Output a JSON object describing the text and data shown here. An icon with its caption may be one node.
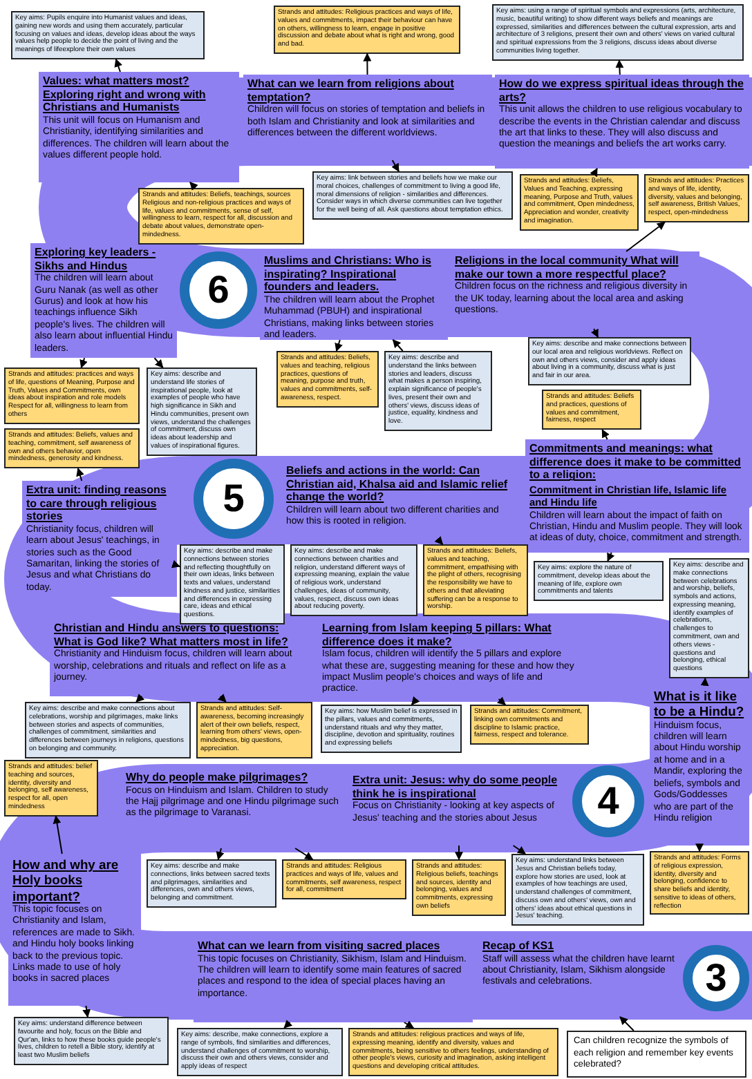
{
  "diagram": {
    "nodes": [
      {
        "text": [
          "Key aims: Pupils enquire into Humanist values and ideas, gaining new words and using them accurately, particular focusing on values and ideas, develop ideas about the ways values help people to decide the point of living and the meanings of lifeexplore their own values"
        ]
      },
      {
        "text": [
          "Strands and attitudes: Religious practices and ways of life, values and commitments, impact their behaviour can have on others, willingness to learn, engage in positive discussion and debate about what is right and wrong, good and bad."
        ]
      },
      {
        "text": [
          "Key aims: using a range of spiritual symbols and expressions (arts, architecture, music, beautiful writing) to show different ways beliefs and meanings are expressed, similarities and differences between the cultural expression, arts and architecture of 3 religions, present their own and others' views on varied cultural and spiritual expressions from the 3 religions, discuss ideas about diverse communities living together."
        ]
      },
      {
        "text": [
          "Values: what matters most? Exploring right and wrong with Christians and Humanists",
          "This unit will focus on Humanism and Christianity, identifying similarities and differences. The children will learn about the values different people hold."
        ]
      },
      {
        "text": [
          "What can we learn from religions about temptation?",
          "Children will focus on stories of temptation and beliefs in both Islam and Christianity and look at similarities and differences between the different worldviews."
        ]
      },
      {
        "text": [
          "How do we express spiritual ideas through the arts?",
          "This unit allows the children to use religious vocabulary to describe the events in the Christian calendar and discuss the art that links to these. They will also discuss and question the meanings and beliefs the art works carry."
        ]
      },
      {
        "text": [
          "Strands and attitudes: Beliefs, teachings, sources Religious and non-religious practices and ways of life, values and commitments, sense of self, willingness to learn, respect for all, discussion and debate about values, demonstrate open-mindedness."
        ]
      },
      {
        "text": [
          "Key aims: link between stories and beliefs how we make our moral choices, challenges of commitment to living a good life, moral dimensions of religion - similarities and differences. Consider ways in which diverse communities can live together for the well being of all. Ask questions about temptation ethics."
        ]
      },
      {
        "text": [
          "Strands and attitudes: Beliefs, Values and Teaching, expressing meaning, Purpose and Truth, values and commitment, Open mindedness, Appreciation and wonder, creativity and imagination."
        ]
      },
      {
        "text": [
          "Strands and attitudes: Practices and ways of life, identity, diversity, values and belonging, self awareness, British Values, respect, open-mindedness"
        ]
      },
      {
        "text": [
          "Exploring key leaders - Sikhs and Hindus",
          "The children will learn about Guru Nanak (as well as other Gurus) and look at how his teachings influence Sikh people's lives. The children will also learn about influential Hindu leaders."
        ]
      },
      {
        "text": [
          "6"
        ]
      },
      {
        "text": [
          "Muslims and Christians: Who is inspirating? Inspirational founders and leaders.",
          "The children will learn about the Prophet Muhammad (PBUH) and inspirational Christians, making links between stories and leaders."
        ]
      },
      {
        "text": [
          "Religions in the local community What will make our town a more respectful place?",
          "Children focus on the richness and religious diversity in the UK today, learning about the local area and asking questions."
        ]
      },
      {
        "text": [
          "Strands and attitudes: practices and ways of life, questions of Meaning, Purpose and Truth, Values and Commitments, own ideas about inspiration and role models Respect for all, willingness to learn from others"
        ]
      },
      {
        "text": [
          "Key aims: describe and understand life stories of inspirational people, look at examples of people who have high significance in Sikh and Hindu communities, present own views, understand the challenges of commitment, discuss own ideas about leadership and values of inspirational figures."
        ]
      },
      {
        "text": [
          "Strands and attitudes: Beliefs, values and teaching, religious practices, questions of meaning, purpose and truth, values and commitments, self-awareness, respect."
        ]
      },
      {
        "text": [
          "Key aims: describe and understand the links between stories and leaders, discuss what makes a person inspiring, explain significance of people's lives, present their own and others' views, discuss ideas of justice, equality, kindness and love."
        ]
      },
      {
        "text": [
          "Key aims: describe and make connections between our local area and religious worldviews. Reflect on own and others views, consider and apply ideas about living in a community, discuss what is just and fair in our area."
        ]
      },
      {
        "text": [
          "Strands and attitudes: Beliefs, values and teaching, commitment, self awareness of own and others behavior, open mindedness, generosity and kindness."
        ]
      },
      {
        "text": [
          "Strands and attitudes: Beliefs and practices, questions of values and commitment, fairness, respect"
        ]
      },
      {
        "text": [
          "Commitments and meanings: what difference does it make to be committed to a religion:",
          "Commitment in Christian life, Islamic life and Hindu life",
          "Children will learn about the impact of faith on Christian, Hindu and Muslim people. They will look at ideas of duty, choice, commitment and strength."
        ]
      },
      {
        "text": [
          "Extra unit: finding reasons to care through religious stories",
          "Christianity focus, children will learn about Jesus' teachings, in stories such as the Good Samaritan, linking the stories of Jesus and what Christians do today."
        ]
      },
      {
        "text": [
          "5"
        ]
      },
      {
        "text": [
          "Beliefs and actions in the world: Can Christian aid, Khalsa aid and Islamic relief change the world?",
          "Children will learn about two different charities and how this is rooted in religion."
        ]
      },
      {
        "text": [
          "Key aims: describe and make connections between stories and reflecting thoughtfully on their own ideas, links between texts and values, understand kindness and justice, similarities and differences in expressing care, ideas and ethical questions."
        ]
      },
      {
        "text": [
          "Key aims: describe and make connections between charities and religion, understand different ways of expressing meaning, explain the value of religious work, understand challenges, ideas of community, values, respect, discuss own ideas about reducing poverty."
        ]
      },
      {
        "text": [
          "Strands and attitudes: Beliefs, values and teaching, commitment, empathising with the plight of others, recognising the responsibility we have to others and that alleviating suffering can be a response to worship."
        ]
      },
      {
        "text": [
          "Key aims: explore the nature of commitment, develop ideas about the meaning of life, explore own commitments and talents"
        ]
      },
      {
        "text": [
          "Key aims: describe and make connections between celebrations and worship, beliefs, symbols and actions, expressing meaning, identify examples of celebrations, challenges to commitment, own and others views - questions and belonging, ethical questions"
        ]
      },
      {
        "text": [
          "Christian and Hindu answers to questions: What is God like? What matters most in life?",
          "Christianity and Hinduism focus, children will learn about worship, celebrations and rituals and reflect on life as a journey."
        ]
      },
      {
        "text": [
          "Learning from Islam keeping 5 pillars: What difference does it make?",
          "Islam focus, children will identify the 5 pillars and explore what these are, suggesting meaning for these and how they impact Muslim people's choices and ways of life and practice."
        ]
      },
      {
        "text": [
          "What is it like to be a Hindu?",
          "Hinduism focus, children will learn about Hindu worship at home and in a Mandir, exploring the beliefs, symbols and Gods/Goddesses who are part of the Hindu religion"
        ]
      },
      {
        "text": [
          "Key aims: describe and make connections about celebrations, worship and pilgrimages, make links between stories and aspects of communities, challenges of commitment, similarities and differences between journeys in religions, questions on belonging and community."
        ]
      },
      {
        "text": [
          "Strands and attitudes: Self-awareness, becoming increasingly alert of their own beliefs, respect, learning from others' views, open-mindedness, big questions, appreciation."
        ]
      },
      {
        "text": [
          "Key aims: how Muslim belief is expressed in the pillars, values and commitments, understand rituals and why they matter, discipline, devotion and spirituality, routines and expressing beliefs"
        ]
      },
      {
        "text": [
          "Strands and attitudes: Commitment, linking own commitments and discipline to Islamic practice, fairness, respect and tolerance."
        ]
      },
      {
        "text": [
          "Strands and attitudes: belief teaching and sources, identity, diversity and belonging, self awareness, respect for all, open mindedness"
        ]
      },
      {
        "text": [
          "Why do people make pilgrimages?",
          "Focus on Hinduism and Islam. Children to study the Hajj pilgrimage and one Hindu pilgrimage such as the pilgrimage to Varanasi."
        ]
      },
      {
        "text": [
          "Extra unit: Jesus: why do some people think he is inspirational",
          "Focus on Christianity - looking at key aspects of Jesus' teaching and the stories about Jesus"
        ]
      },
      {
        "text": [
          "4"
        ]
      },
      {
        "text": [
          "How and why are Holy books important?",
          "This topic focuses on Christianity and Islam, references are made to Sikh. and Hindu holy books linking back to the previous topic. Links made to use of holy books in sacred places"
        ]
      },
      {
        "text": [
          "Key aims: describe and make connections, links between sacred texts and pilgrimages, similarities and differences, own and others views, belonging and commitment."
        ]
      },
      {
        "text": [
          "Strands and attitudes: Religious practices and ways of life, values and commitments, self awareness, respect for all, commitment"
        ]
      },
      {
        "text": [
          "Strands and attitudes: Religious beliefs, teachings and sources, identity and belonging, values and commitments, expressing own beliefs"
        ]
      },
      {
        "text": [
          "Key aims: understand links between Jesus and Christian beliefs today, explore how stories are used, look at examples of how teachings are used, understand challenges of commitment, discuss own and others' views, own and others' ideas about ethical questions in Jesus' teaching."
        ]
      },
      {
        "text": [
          "Strands and attitudes: Forms of religious expression, identity, diversity and belonging, confidence to share beliefs and identity, sensitive to ideas of others, reflection"
        ]
      },
      {
        "text": [
          "What can we learn from visiting sacred places",
          "This topic focuses on Christianity, Sikhism, Islam and Hinduism. The children will learn to identify some main features of sacred places and respond to the idea of special places having an importance."
        ]
      },
      {
        "text": [
          "Recap of KS1",
          "Staff will assess what the children have learnt about Christianity, Islam, Sikhism alongside festivals and celebrations."
        ]
      },
      {
        "text": [
          "3"
        ]
      },
      {
        "text": [
          "Key aims: understand difference between favourite and holy, focus on the Bible and Qur'an, links to how these books guide people's lives, children to retell a Bible story, identify at least two Muslim beliefs"
        ]
      },
      {
        "text": [
          "Key aims: describe, make connections, explore a range of symbols, find similarities and differences, understand challenges of commitment to worship, discuss their own and others views, consider and apply ideas of respect"
        ]
      },
      {
        "text": [
          "Strands and attitudes: religious practices and ways of life, expressing meaning, identify and diversity, values and commitments, being sensitive to others feelings, understanding of other people's views, curiosity and imagination, asking intelligent questions and developing critical attitudes."
        ]
      },
      {
        "text": [
          "Can children recognize the symbols of each religion and remember key events celebrated?"
        ]
      }
    ],
    "edges": [
      {
        "from": 3,
        "to": 0,
        "arrow": "to"
      },
      {
        "from": 6,
        "to": 3,
        "arrow": "to"
      },
      {
        "from": 4,
        "to": 1,
        "arrow": "to"
      },
      {
        "from": 4,
        "to": 7,
        "arrow": "to"
      },
      {
        "from": 5,
        "to": 2,
        "arrow": "to"
      },
      {
        "from": 8,
        "to": 5,
        "arrow": "to"
      },
      {
        "from": 10,
        "to": 14,
        "arrow": "to"
      },
      {
        "from": 10,
        "to": 15,
        "arrow": "to"
      },
      {
        "from": 12,
        "to": 16,
        "arrow": "to"
      },
      {
        "from": 17,
        "to": 12,
        "arrow": "to"
      },
      {
        "from": 13,
        "to": 18,
        "arrow": "to"
      },
      {
        "from": 13,
        "to": 9,
        "arrow": "to"
      },
      {
        "from": 21,
        "to": 20,
        "arrow": "to"
      },
      {
        "from": 21,
        "to": 28,
        "arrow": "to"
      },
      {
        "from": 22,
        "to": 19,
        "arrow": "to"
      },
      {
        "from": 22,
        "to": 25,
        "arrow": "to"
      },
      {
        "from": 24,
        "to": 27,
        "arrow": "to"
      },
      {
        "from": 30,
        "to": 33,
        "arrow": "to"
      },
      {
        "from": 30,
        "to": 34,
        "arrow": "to"
      },
      {
        "from": 31,
        "to": 35,
        "arrow": "to"
      },
      {
        "from": 31,
        "to": 36,
        "arrow": "to"
      },
      {
        "from": 32,
        "to": 29,
        "arrow": "to"
      },
      {
        "from": 32,
        "to": 46,
        "arrow": "to"
      },
      {
        "from": 38,
        "to": 42,
        "arrow": "to"
      },
      {
        "from": 38,
        "to": 43,
        "arrow": "to"
      },
      {
        "from": 39,
        "to": 44,
        "arrow": "to"
      },
      {
        "from": 39,
        "to": 45,
        "arrow": "to"
      },
      {
        "from": 41,
        "to": 37,
        "arrow": "to"
      },
      {
        "from": 41,
        "to": 50,
        "arrow": "to"
      },
      {
        "from": 47,
        "to": 51,
        "arrow": "to"
      },
      {
        "from": 47,
        "to": 52,
        "arrow": "to"
      },
      {
        "from": 53,
        "to": 48,
        "arrow": "to"
      }
    ]
  }
}
